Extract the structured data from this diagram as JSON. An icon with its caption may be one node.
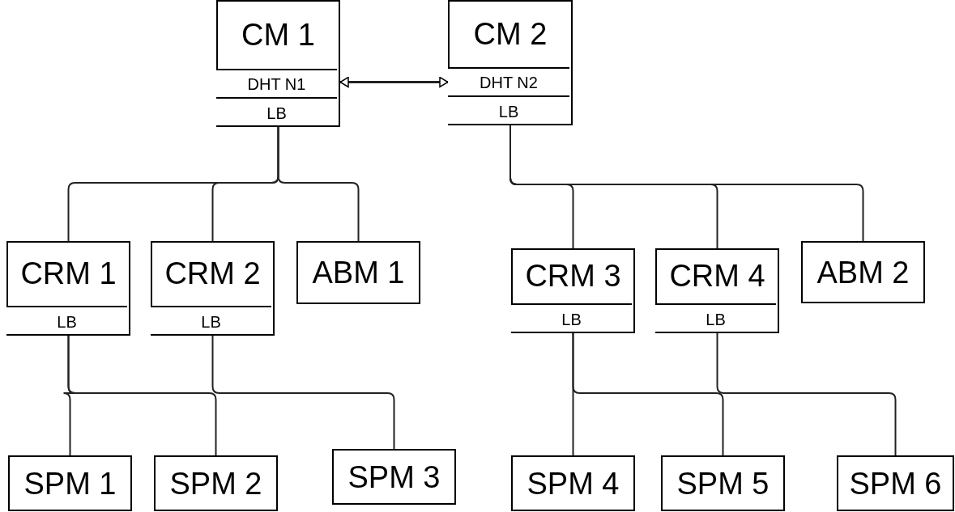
{
  "diagram": {
    "nodes": [
      {
        "text": [
          "CM 1"
        ]
      },
      {
        "text": [
          "DHT N1"
        ],
        "in": 0
      },
      {
        "text": [
          "LB"
        ],
        "in": 0
      },
      {
        "text": [
          "CM 2"
        ]
      },
      {
        "text": [
          "DHT N2"
        ],
        "in": 3
      },
      {
        "text": [
          "LB"
        ],
        "in": 3
      },
      {
        "text": [
          "CRM 1"
        ]
      },
      {
        "text": [
          "LB"
        ],
        "in": 6
      },
      {
        "text": [
          "CRM 2"
        ]
      },
      {
        "text": [
          "LB"
        ],
        "in": 8
      },
      {
        "text": [
          "ABM 1"
        ]
      },
      {
        "text": [
          "CRM 3"
        ]
      },
      {
        "text": [
          "LB"
        ],
        "in": 11
      },
      {
        "text": [
          "CRM 4"
        ]
      },
      {
        "text": [
          "LB"
        ],
        "in": 13
      },
      {
        "text": [
          "ABM 2"
        ]
      },
      {
        "text": [
          "SPM 1"
        ]
      },
      {
        "text": [
          "SPM 2"
        ]
      },
      {
        "text": [
          "SPM 3"
        ]
      },
      {
        "text": [
          "SPM 4"
        ]
      },
      {
        "text": [
          "SPM 5"
        ]
      },
      {
        "text": [
          "SPM 6"
        ]
      }
    ],
    "edges": [
      {
        "from": 1,
        "to": 4,
        "arrow": "both"
      },
      {
        "from": 2,
        "to": 6,
        "arrow": "none"
      },
      {
        "from": 2,
        "to": 8,
        "arrow": "none"
      },
      {
        "from": 2,
        "to": 10,
        "arrow": "none"
      },
      {
        "from": 5,
        "to": 11,
        "arrow": "none"
      },
      {
        "from": 5,
        "to": 13,
        "arrow": "none"
      },
      {
        "from": 5,
        "to": 15,
        "arrow": "none"
      },
      {
        "from": 7,
        "to": 16,
        "arrow": "none"
      },
      {
        "from": 7,
        "to": 17,
        "arrow": "none"
      },
      {
        "from": 9,
        "to": 18,
        "arrow": "none"
      },
      {
        "from": 12,
        "to": 19,
        "arrow": "none"
      },
      {
        "from": 12,
        "to": 20,
        "arrow": "none"
      },
      {
        "from": 14,
        "to": 21,
        "arrow": "none"
      }
    ]
  }
}
